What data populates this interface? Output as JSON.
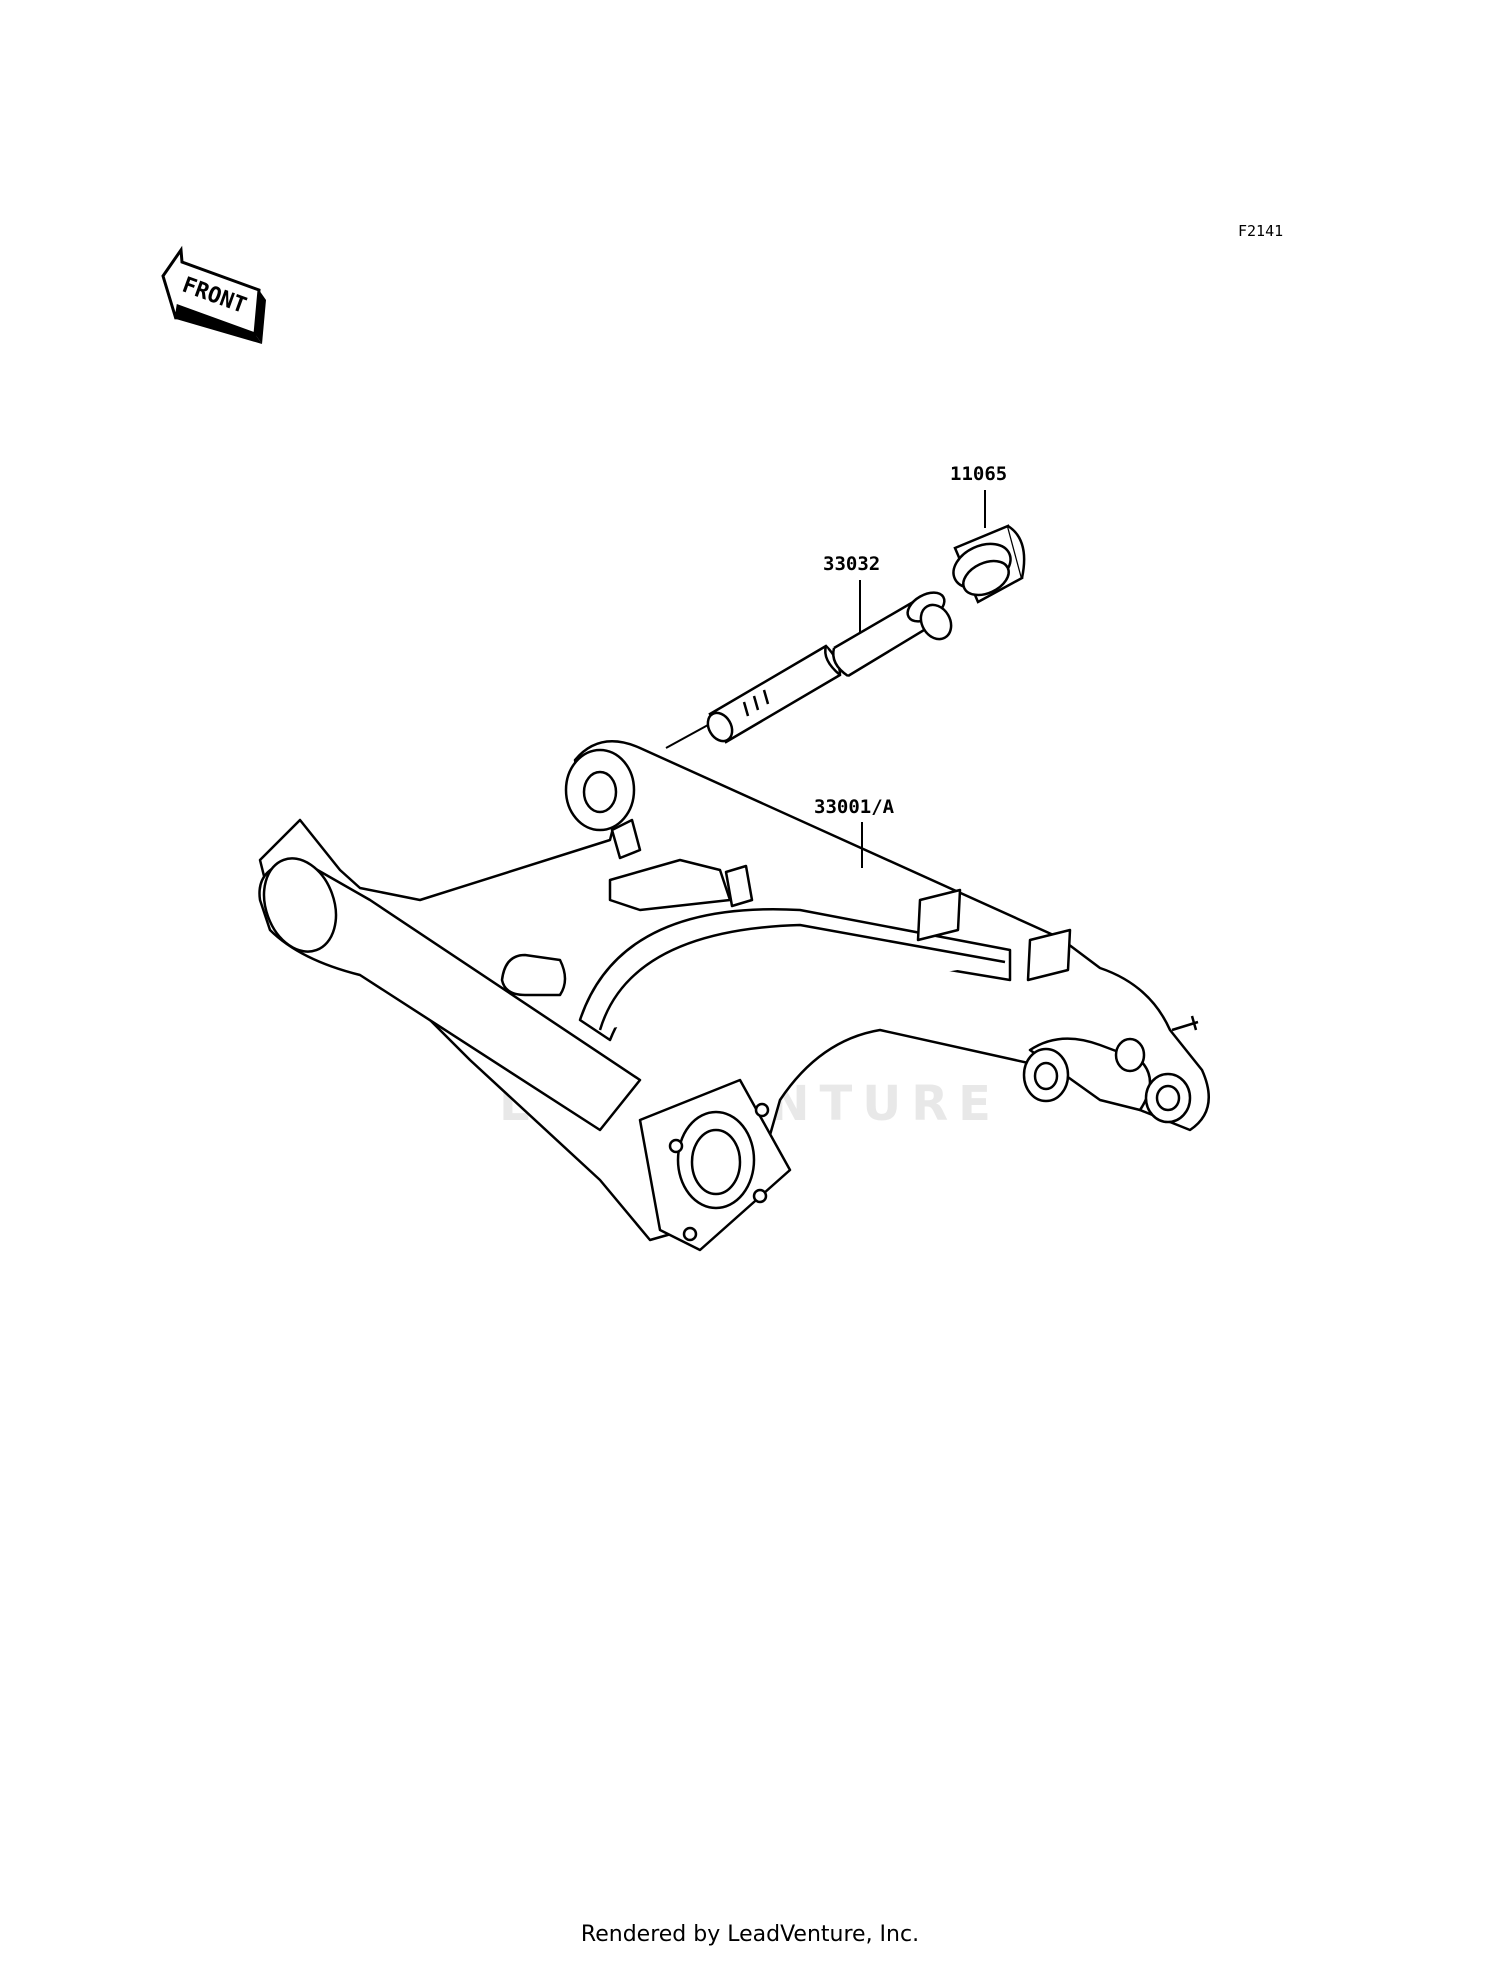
{
  "figure": {
    "code": "F2141",
    "front_arrow_label": "FRONT"
  },
  "callouts": [
    {
      "id": "c1",
      "part_number": "11065"
    },
    {
      "id": "c2",
      "part_number": "33032"
    },
    {
      "id": "c3",
      "part_number": "33001/A"
    }
  ],
  "watermark": {
    "text": "LEADVENTURE"
  },
  "footer": {
    "credit": "Rendered by LeadVenture, Inc."
  }
}
